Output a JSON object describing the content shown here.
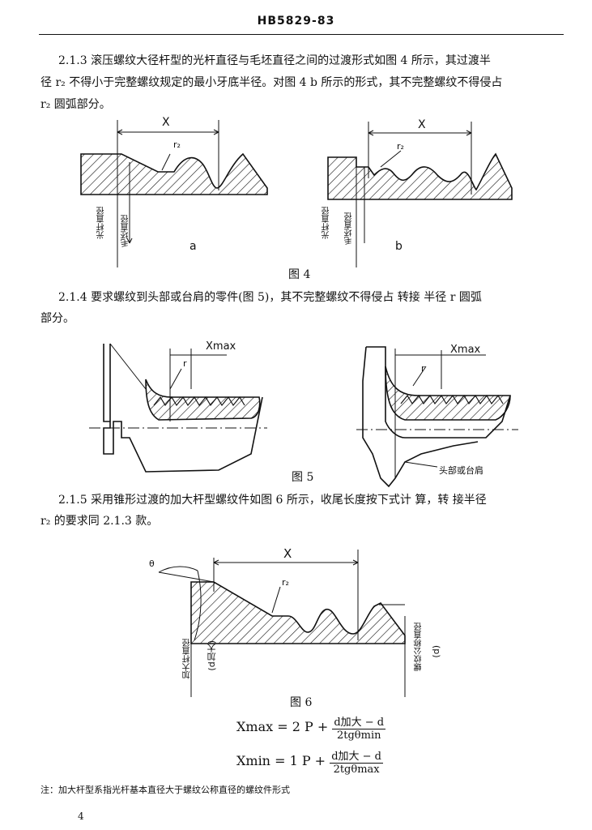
{
  "header": {
    "standard_no": "HB5829-83"
  },
  "section_2_1_3": {
    "line1": "2.1.3  滚压螺纹大径杆型的光杆直径与毛坯直径之间的过渡形式如图 4 所示，其过渡半",
    "line2": "径 r₂ 不得小于完整螺纹规定的最小牙底半径。对图 4 b 所示的形式，其不完整螺纹不得侵占",
    "line3": "r₂ 圆弧部分。"
  },
  "figure4": {
    "a": {
      "dim": "X",
      "radius": "r₂",
      "label_rod": "光杆直径",
      "label_blank": "毛坯直径",
      "sub": "a"
    },
    "b": {
      "dim": "X",
      "radius": "r₂",
      "label_rod": "光杆直径",
      "label_blank": "毛坯直径",
      "sub": "b"
    },
    "caption": "图  4"
  },
  "section_2_1_4": {
    "line1": "2.1.4  要求螺纹到头部或台肩的零件(图 5)，其不完整螺纹不得侵占 转接 半径 r 圆弧",
    "line2": "部分。"
  },
  "figure5": {
    "left": {
      "dim": "Xmax",
      "radius": "r"
    },
    "right": {
      "dim": "Xmax",
      "radius": "r",
      "callout": "头部或台肩"
    },
    "caption": "图  5"
  },
  "section_2_1_5": {
    "line1": "2.1.5  采用锥形过渡的加大杆型螺纹件如图 6 所示，收尾长度按下式计 算，转 接半径",
    "line2": "r₂ 的要求同 2.1.3 款。"
  },
  "figure6": {
    "dim": "X",
    "radius": "r₂",
    "angle": "θ",
    "label_rod": "加大杆直径",
    "label_rod_sym": "(d加大)",
    "label_thread": "螺纹公称直径",
    "label_thread_sym": "(d)",
    "caption": "图  6"
  },
  "formulas": {
    "f1_lhs": "Xmax = 2 P +",
    "f1_num": "d加大 − d",
    "f1_den": "2tgθmin",
    "f2_lhs": "Xmin = 1 P +",
    "f2_num": "d加大 − d",
    "f2_den": "2tgθmax"
  },
  "note": "注：加大杆型系指光杆基本直径大于螺纹公称直径的螺纹件形式",
  "page_number": "4"
}
